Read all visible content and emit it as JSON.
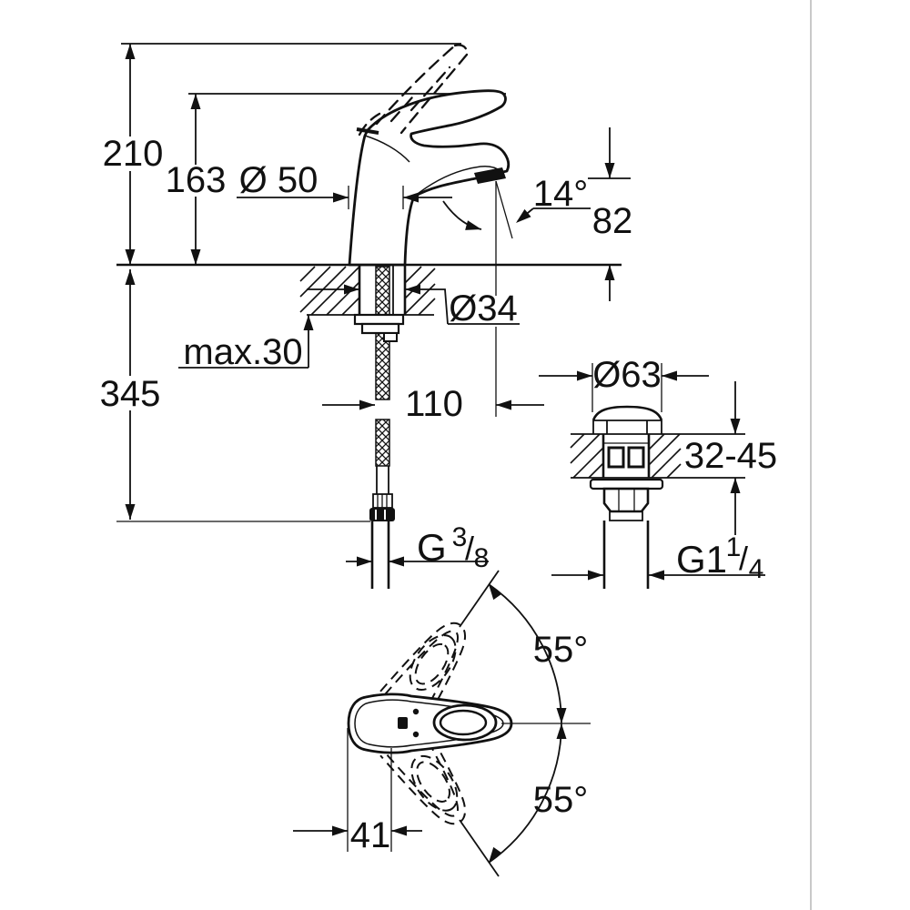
{
  "title": "Basin mixer technical dimension drawing",
  "colors": {
    "line": "#111111",
    "background": "#ffffff",
    "divider": "#c9c9c9"
  },
  "side_view": {
    "overall_height": "210",
    "height_to_spout": "163",
    "body_diameter": "Ø 50",
    "spray_angle": "14°",
    "outlet_height": "82",
    "shank_hole_diameter": "Ø34",
    "max_mounting_thickness": "max.30",
    "hose_drop_length": "345",
    "spout_reach": "110",
    "supply_connection": {
      "prefix": "G",
      "num": "3",
      "slash": "/",
      "den": "8"
    }
  },
  "waste_view": {
    "flange_diameter": "Ø63",
    "basin_thickness_range": "32-45",
    "waste_connection": {
      "prefix": "G1",
      "num": "1",
      "slash": "/",
      "den": "4"
    }
  },
  "top_view": {
    "handle_swing_upper": "55°",
    "handle_swing_lower": "55°",
    "handle_offset": "41"
  }
}
